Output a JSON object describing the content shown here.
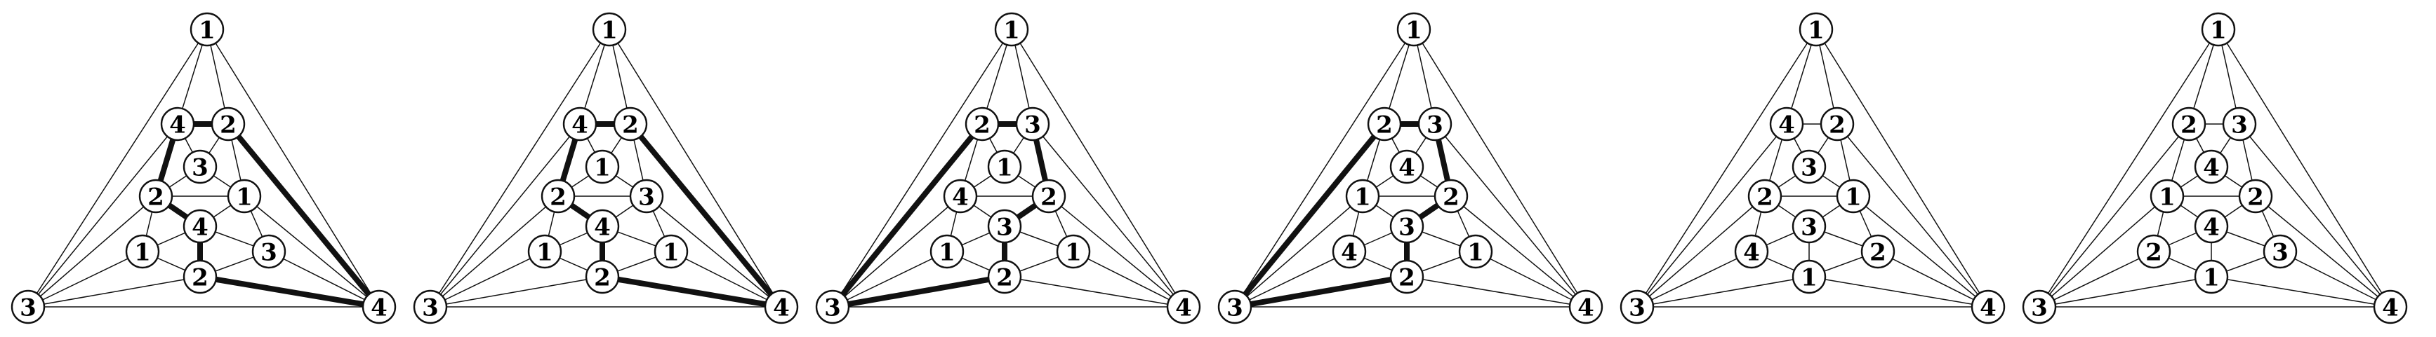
{
  "colors": {
    "background": "#ffffff",
    "stroke": "#111111",
    "label": "#000000"
  },
  "graph": {
    "nodes": [
      "A",
      "B",
      "C",
      "v1",
      "v2",
      "v3",
      "v4",
      "v5",
      "v6",
      "v7",
      "v8",
      "v9"
    ],
    "edges": [
      [
        "A",
        "B"
      ],
      [
        "B",
        "C"
      ],
      [
        "C",
        "A"
      ],
      [
        "A",
        "v1"
      ],
      [
        "A",
        "v2"
      ],
      [
        "C",
        "v1"
      ],
      [
        "B",
        "v2"
      ],
      [
        "v1",
        "v2"
      ],
      [
        "v1",
        "v3"
      ],
      [
        "v2",
        "v3"
      ],
      [
        "v1",
        "v4"
      ],
      [
        "v3",
        "v4"
      ],
      [
        "v2",
        "v5"
      ],
      [
        "v3",
        "v5"
      ],
      [
        "v4",
        "v5"
      ],
      [
        "C",
        "v4"
      ],
      [
        "B",
        "v5"
      ],
      [
        "v4",
        "v6"
      ],
      [
        "v5",
        "v6"
      ],
      [
        "v4",
        "v7"
      ],
      [
        "v6",
        "v7"
      ],
      [
        "v5",
        "v8"
      ],
      [
        "v6",
        "v8"
      ],
      [
        "v6",
        "v9"
      ],
      [
        "v7",
        "v9"
      ],
      [
        "v8",
        "v9"
      ],
      [
        "C",
        "v7"
      ],
      [
        "C",
        "v9"
      ],
      [
        "B",
        "v8"
      ],
      [
        "B",
        "v9"
      ]
    ]
  },
  "panels": [
    {
      "labels": {
        "A": "1",
        "B": "4",
        "C": "3",
        "v1": "4",
        "v2": "2",
        "v3": "3",
        "v4": "2",
        "v5": "1",
        "v6": "4",
        "v7": "1",
        "v8": "3",
        "v9": "2"
      },
      "highlight": [
        [
          "v1",
          "v2"
        ],
        [
          "v1",
          "v4"
        ],
        [
          "v4",
          "v6"
        ],
        [
          "v6",
          "v9"
        ],
        [
          "v9",
          "B"
        ],
        [
          "v2",
          "B"
        ]
      ]
    },
    {
      "labels": {
        "A": "1",
        "B": "4",
        "C": "3",
        "v1": "4",
        "v2": "2",
        "v3": "1",
        "v4": "2",
        "v5": "3",
        "v6": "4",
        "v7": "1",
        "v8": "1",
        "v9": "2"
      },
      "highlight": [
        [
          "v1",
          "v2"
        ],
        [
          "v1",
          "v4"
        ],
        [
          "v4",
          "v6"
        ],
        [
          "v6",
          "v9"
        ],
        [
          "v9",
          "B"
        ],
        [
          "v2",
          "B"
        ]
      ]
    },
    {
      "labels": {
        "A": "1",
        "B": "4",
        "C": "3",
        "v1": "2",
        "v2": "3",
        "v3": "1",
        "v4": "4",
        "v5": "2",
        "v6": "3",
        "v7": "1",
        "v8": "1",
        "v9": "2"
      },
      "highlight": [
        [
          "v1",
          "v2"
        ],
        [
          "v2",
          "v5"
        ],
        [
          "v5",
          "v6"
        ],
        [
          "v6",
          "v9"
        ],
        [
          "v9",
          "C"
        ],
        [
          "v1",
          "C"
        ]
      ]
    },
    {
      "labels": {
        "A": "1",
        "B": "4",
        "C": "3",
        "v1": "2",
        "v2": "3",
        "v3": "4",
        "v4": "1",
        "v5": "2",
        "v6": "3",
        "v7": "4",
        "v8": "1",
        "v9": "2"
      },
      "highlight": [
        [
          "v1",
          "v2"
        ],
        [
          "v2",
          "v5"
        ],
        [
          "v5",
          "v6"
        ],
        [
          "v6",
          "v9"
        ],
        [
          "v9",
          "C"
        ],
        [
          "v1",
          "C"
        ]
      ]
    },
    {
      "labels": {
        "A": "1",
        "B": "4",
        "C": "3",
        "v1": "4",
        "v2": "2",
        "v3": "3",
        "v4": "2",
        "v5": "1",
        "v6": "3",
        "v7": "4",
        "v8": "2",
        "v9": "1"
      },
      "highlight": []
    },
    {
      "labels": {
        "A": "1",
        "B": "4",
        "C": "3",
        "v1": "2",
        "v2": "3",
        "v3": "4",
        "v4": "1",
        "v5": "2",
        "v6": "4",
        "v7": "2",
        "v8": "3",
        "v9": "1"
      },
      "highlight": []
    }
  ]
}
